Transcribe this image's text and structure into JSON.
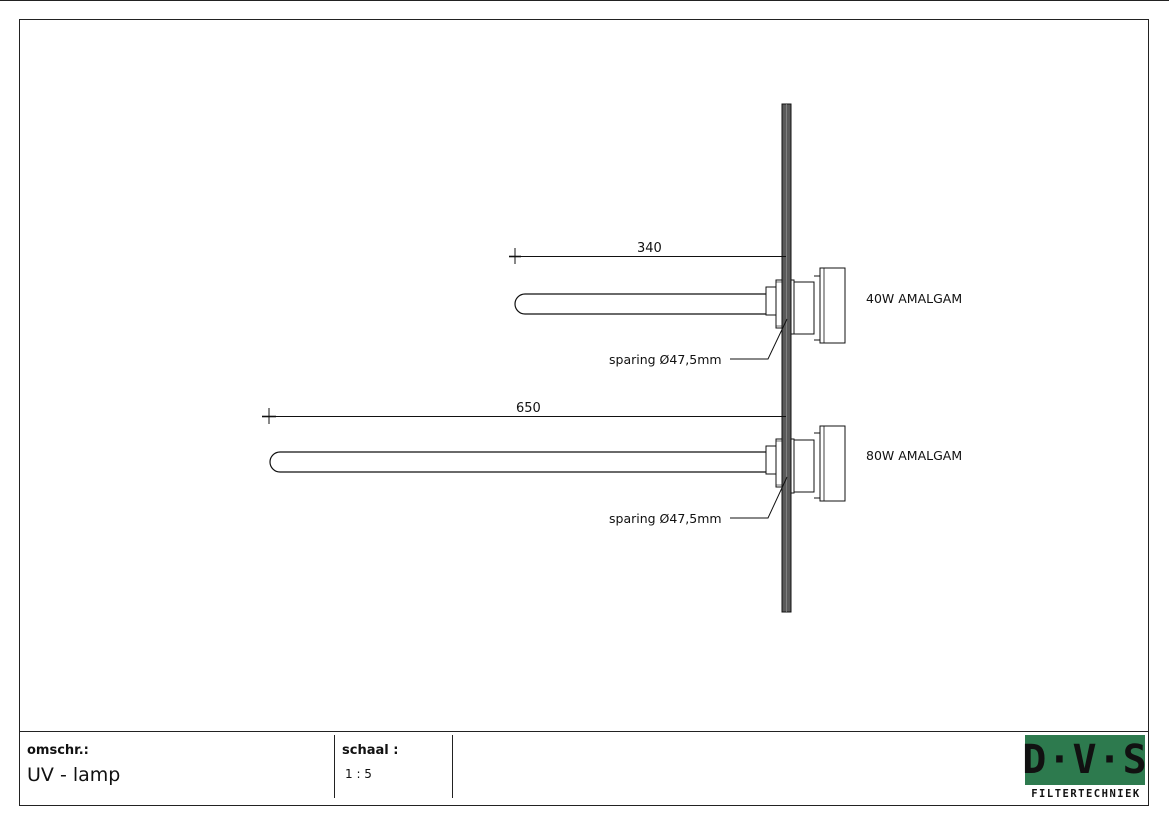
{
  "drawing": {
    "lamps": [
      {
        "id": "lamp-40w",
        "length_label": "340",
        "type_label": "40W AMALGAM",
        "recess_label": "sparing Ø47,5mm"
      },
      {
        "id": "lamp-80w",
        "length_label": "650",
        "type_label": "80W AMALGAM",
        "recess_label": "sparing Ø47,5mm"
      }
    ]
  },
  "title_block": {
    "description_label": "omschr.:",
    "description_value": "UV - lamp",
    "scale_label": "schaal :",
    "scale_value": "1 : 5"
  },
  "logo": {
    "letters": "D·V·S",
    "subtitle": "FILTERTECHNIEK",
    "color": "#2d7a4e"
  }
}
